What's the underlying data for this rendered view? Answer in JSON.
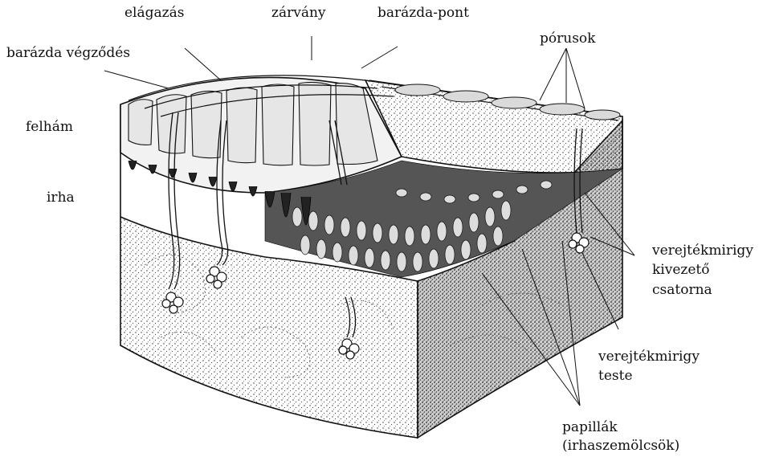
{
  "labels": {
    "elagazas": "elágazás",
    "zarvany": "zárvány",
    "barazda_pont": "barázda-pont",
    "barazda_vegzodes": "barázda végződés",
    "porusok": "pórusok",
    "felham": "felhám",
    "irha": "irha",
    "verejtek_kivezeto_1": "verejtékmirigy",
    "verejtek_kivezeto_2": "kivezető",
    "verejtek_kivezeto_3": "csatorna",
    "verejtek_teste_1": "verejtékmirigy",
    "verejtek_teste_2": "teste",
    "papillak_1": "papillák",
    "papillak_2": "(irhaszemölcsök)"
  },
  "colors": {
    "ink": "#111111",
    "paper": "#ffffff"
  }
}
